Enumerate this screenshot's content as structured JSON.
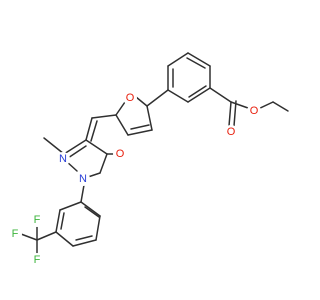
{
  "diagram": {
    "kind": "chemical-structure",
    "bond_color": "#303030",
    "atoms": {
      "ester_o_single": {
        "text": "O",
        "color": "#e8210f"
      },
      "ester_o_double": {
        "text": "O",
        "color": "#e8210f"
      },
      "furan_o": {
        "text": "O",
        "color": "#e8210f"
      },
      "ketone_o": {
        "text": "O",
        "color": "#e8210f"
      },
      "pyrazole_n1": {
        "text": "N",
        "color": "#2a3fd7"
      },
      "pyrazole_n2": {
        "text": "N",
        "color": "#2a3fd7"
      },
      "fluorine_top": {
        "text": "F",
        "color": "#3cb43c"
      },
      "fluorine_left": {
        "text": "F",
        "color": "#3cb43c"
      },
      "fluorine_bottom": {
        "text": "F",
        "color": "#3cb43c"
      }
    }
  }
}
